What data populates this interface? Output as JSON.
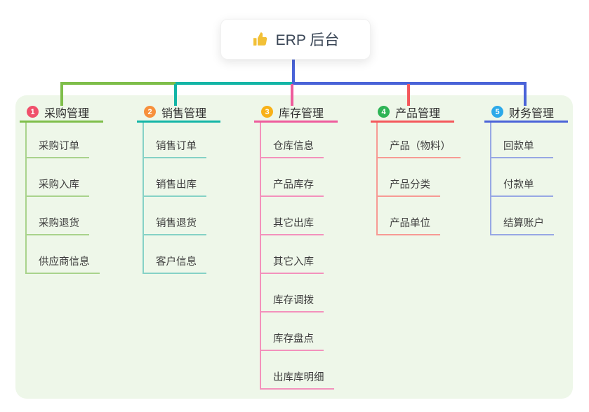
{
  "root": {
    "icon": "thumbs-up-icon",
    "icon_color": "#f2c037",
    "label": "ERP 后台"
  },
  "panel": {
    "background": "#eef7e9"
  },
  "stem_color": "#4a63d8",
  "branches": [
    {
      "num": "1",
      "label": "采购管理",
      "badge_color": "#f0506b",
      "line_color": "#7ebe4a",
      "item_line_color": "#a9d38c",
      "items": [
        "采购订单",
        "采购入库",
        "采购退货",
        "供应商信息"
      ]
    },
    {
      "num": "2",
      "label": "销售管理",
      "badge_color": "#f7903c",
      "line_color": "#13b5a6",
      "item_line_color": "#85d2c6",
      "items": [
        "销售订单",
        "销售出库",
        "销售退货",
        "客户信息"
      ]
    },
    {
      "num": "3",
      "label": "库存管理",
      "badge_color": "#f8b117",
      "line_color": "#ee5c9c",
      "item_line_color": "#f391bc",
      "items": [
        "仓库信息",
        "产品库存",
        "其它出库",
        "其它入库",
        "库存调拨",
        "库存盘点",
        "出库库明细"
      ]
    },
    {
      "num": "4",
      "label": "产品管理",
      "badge_color": "#2eb456",
      "line_color": "#f4585c",
      "item_line_color": "#f79a94",
      "items": [
        "产品（物料）",
        "产品分类",
        "产品单位"
      ]
    },
    {
      "num": "5",
      "label": "财务管理",
      "badge_color": "#2ca9e9",
      "line_color": "#4a63d8",
      "item_line_color": "#97a7e4",
      "items": [
        "回款单",
        "付款单",
        "结算账户"
      ]
    }
  ]
}
